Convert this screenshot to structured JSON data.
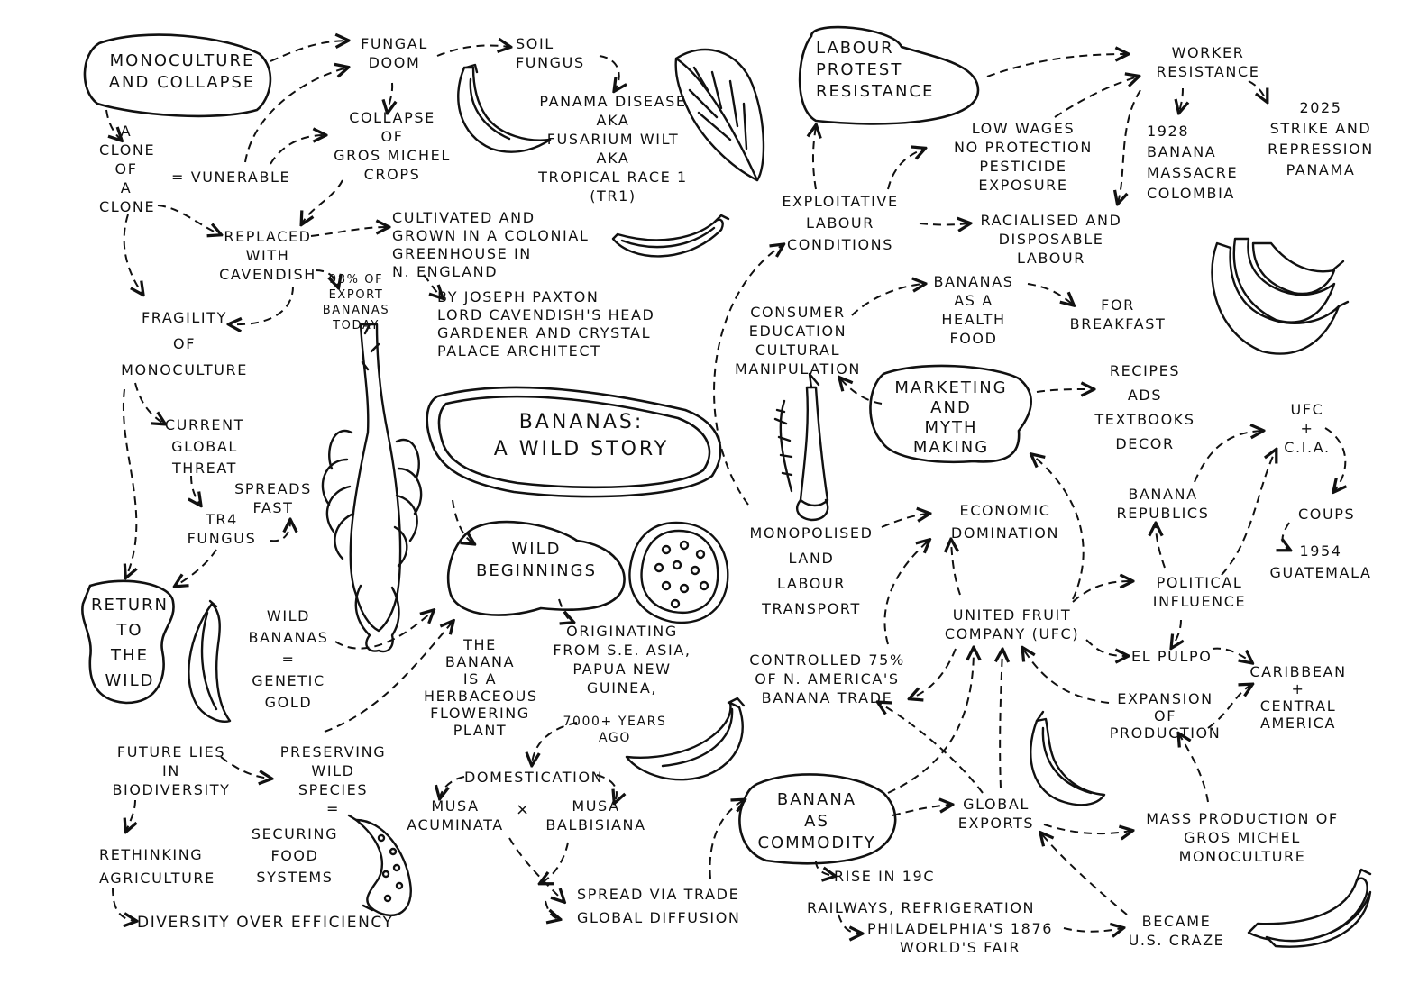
{
  "hubs": {
    "monoculture_collapse": "Monoculture\nand Collapse",
    "labour_protest": "Labour\nProtest\nResistance",
    "title": "Bananas:\nA Wild Story",
    "wild_beginnings": "Wild\nBeginnings",
    "marketing_myth": "Marketing\nand\nMyth\nMaking",
    "return_wild": "Return\nto\nthe\nWild",
    "banana_commodity": "Banana\nas\nCommodity"
  },
  "nodes": {
    "fungal_doom": "Fungal\nDoom",
    "soil_fungus": "Soil\nFungus",
    "panama_disease": "Panama Disease\naka\nFusarium Wilt\naka\nTropical Race 1\n(TR1)",
    "collapse_gros_michel": "Collapse\nof\nGros Michel\nCrops",
    "clone": "A\nClone\nof\nA\nClone",
    "vulnerable": "= Vunerable",
    "replaced_cavendish": "Replaced\nwith\nCavendish",
    "cultivated": "Cultivated and\nGrown in a Colonial\nGreenhouse in\nN. England",
    "export_pct": "98% of\nExport\nBananas\nToday",
    "paxton": "By Joseph Paxton\nLord Cavendish's Head\nGardener and Crystal\nPalace Architect",
    "fragility": "Fragility\nof\nMonoculture",
    "current_threat": "Current\nGlobal\nThreat",
    "tr4": "TR4\nFungus",
    "spreads_fast": "Spreads\nFast",
    "wild_bananas": "Wild\nBananas\n=\nGenetic\nGold",
    "future_lies": "Future Lies\nin\nBiodiversity",
    "preserving": "Preserving\nWild\nSpecies\n=",
    "securing": "Securing\nFood\nSystems",
    "rethinking": "Rethinking\nAgriculture",
    "diversity": "Diversity over Efficiency",
    "herbaceous": "The\nBanana\nis a\nHerbaceous\nFlowering\nPlant",
    "originating": "Originating\nfrom S.E. Asia,\nPapua New\nGuinea,",
    "years_ago": "7000+ Years\nAgo",
    "domestication": "Domestication",
    "musa_acuminata": "Musa\nAcuminata",
    "times": "×",
    "musa_balbisiana": "Musa\nBalbisiana",
    "spread_trade": "Spread via Trade",
    "global_diffusion": "Global Diffusion",
    "worker_resistance": "Worker\nResistance",
    "massacre": "1928\nBanana\nMassacre\nColombia",
    "strike_2025": "2025\nStrike and\nRepression\nPanama",
    "low_wages": "Low Wages\nNo Protection\nPesticide\nExposure",
    "exploitative": "Exploitative\nLabour\nConditions",
    "racialised": "Racialised and\nDisposable\nLabour",
    "health_food": "Bananas\nas a\nHealth\nFood",
    "breakfast": "For\nBreakfast",
    "consumer_education": "Consumer\nEducation\nCultural\nManipulation",
    "recipes": "Recipes\nAds\nTextbooks\nDecor",
    "ufc_cia": "UFC\n+\nC.I.A.",
    "banana_republics": "Banana\nRepublics",
    "coups": "Coups",
    "guatemala": "1954\nGuatemala",
    "monopolised": "Monopolised\nLand\nLabour\nTransport",
    "economic_domination": "Economic\nDomination",
    "political_influence": "Political\nInfluence",
    "united_fruit": "United Fruit\nCompany (UFC)",
    "controlled": "Controlled 75%\nof N. America's\nBanana Trade",
    "el_pulpo": "El Pulpo",
    "caribbean": "Caribbean\n+\nCentral\nAmerica",
    "expansion": "Expansion\nof\nProduction",
    "global_exports": "Global\nExports",
    "mass_production": "Mass Production of\nGros Michel\nMonoculture",
    "rise_19c": "Rise in 19C",
    "railways": "Railways, Refrigeration",
    "philadelphia": "Philadelphia's 1876\nWorld's Fair",
    "us_craze": "Became\nU.S. Craze"
  },
  "icons": [
    "banana-icon",
    "banana-leaf-icon",
    "banana-bunch-icon",
    "banana-plant-icon",
    "banana-cross-section-icon",
    "seeded-wild-banana-icon"
  ],
  "colors": {
    "ink": "#111111",
    "paper": "#ffffff"
  }
}
